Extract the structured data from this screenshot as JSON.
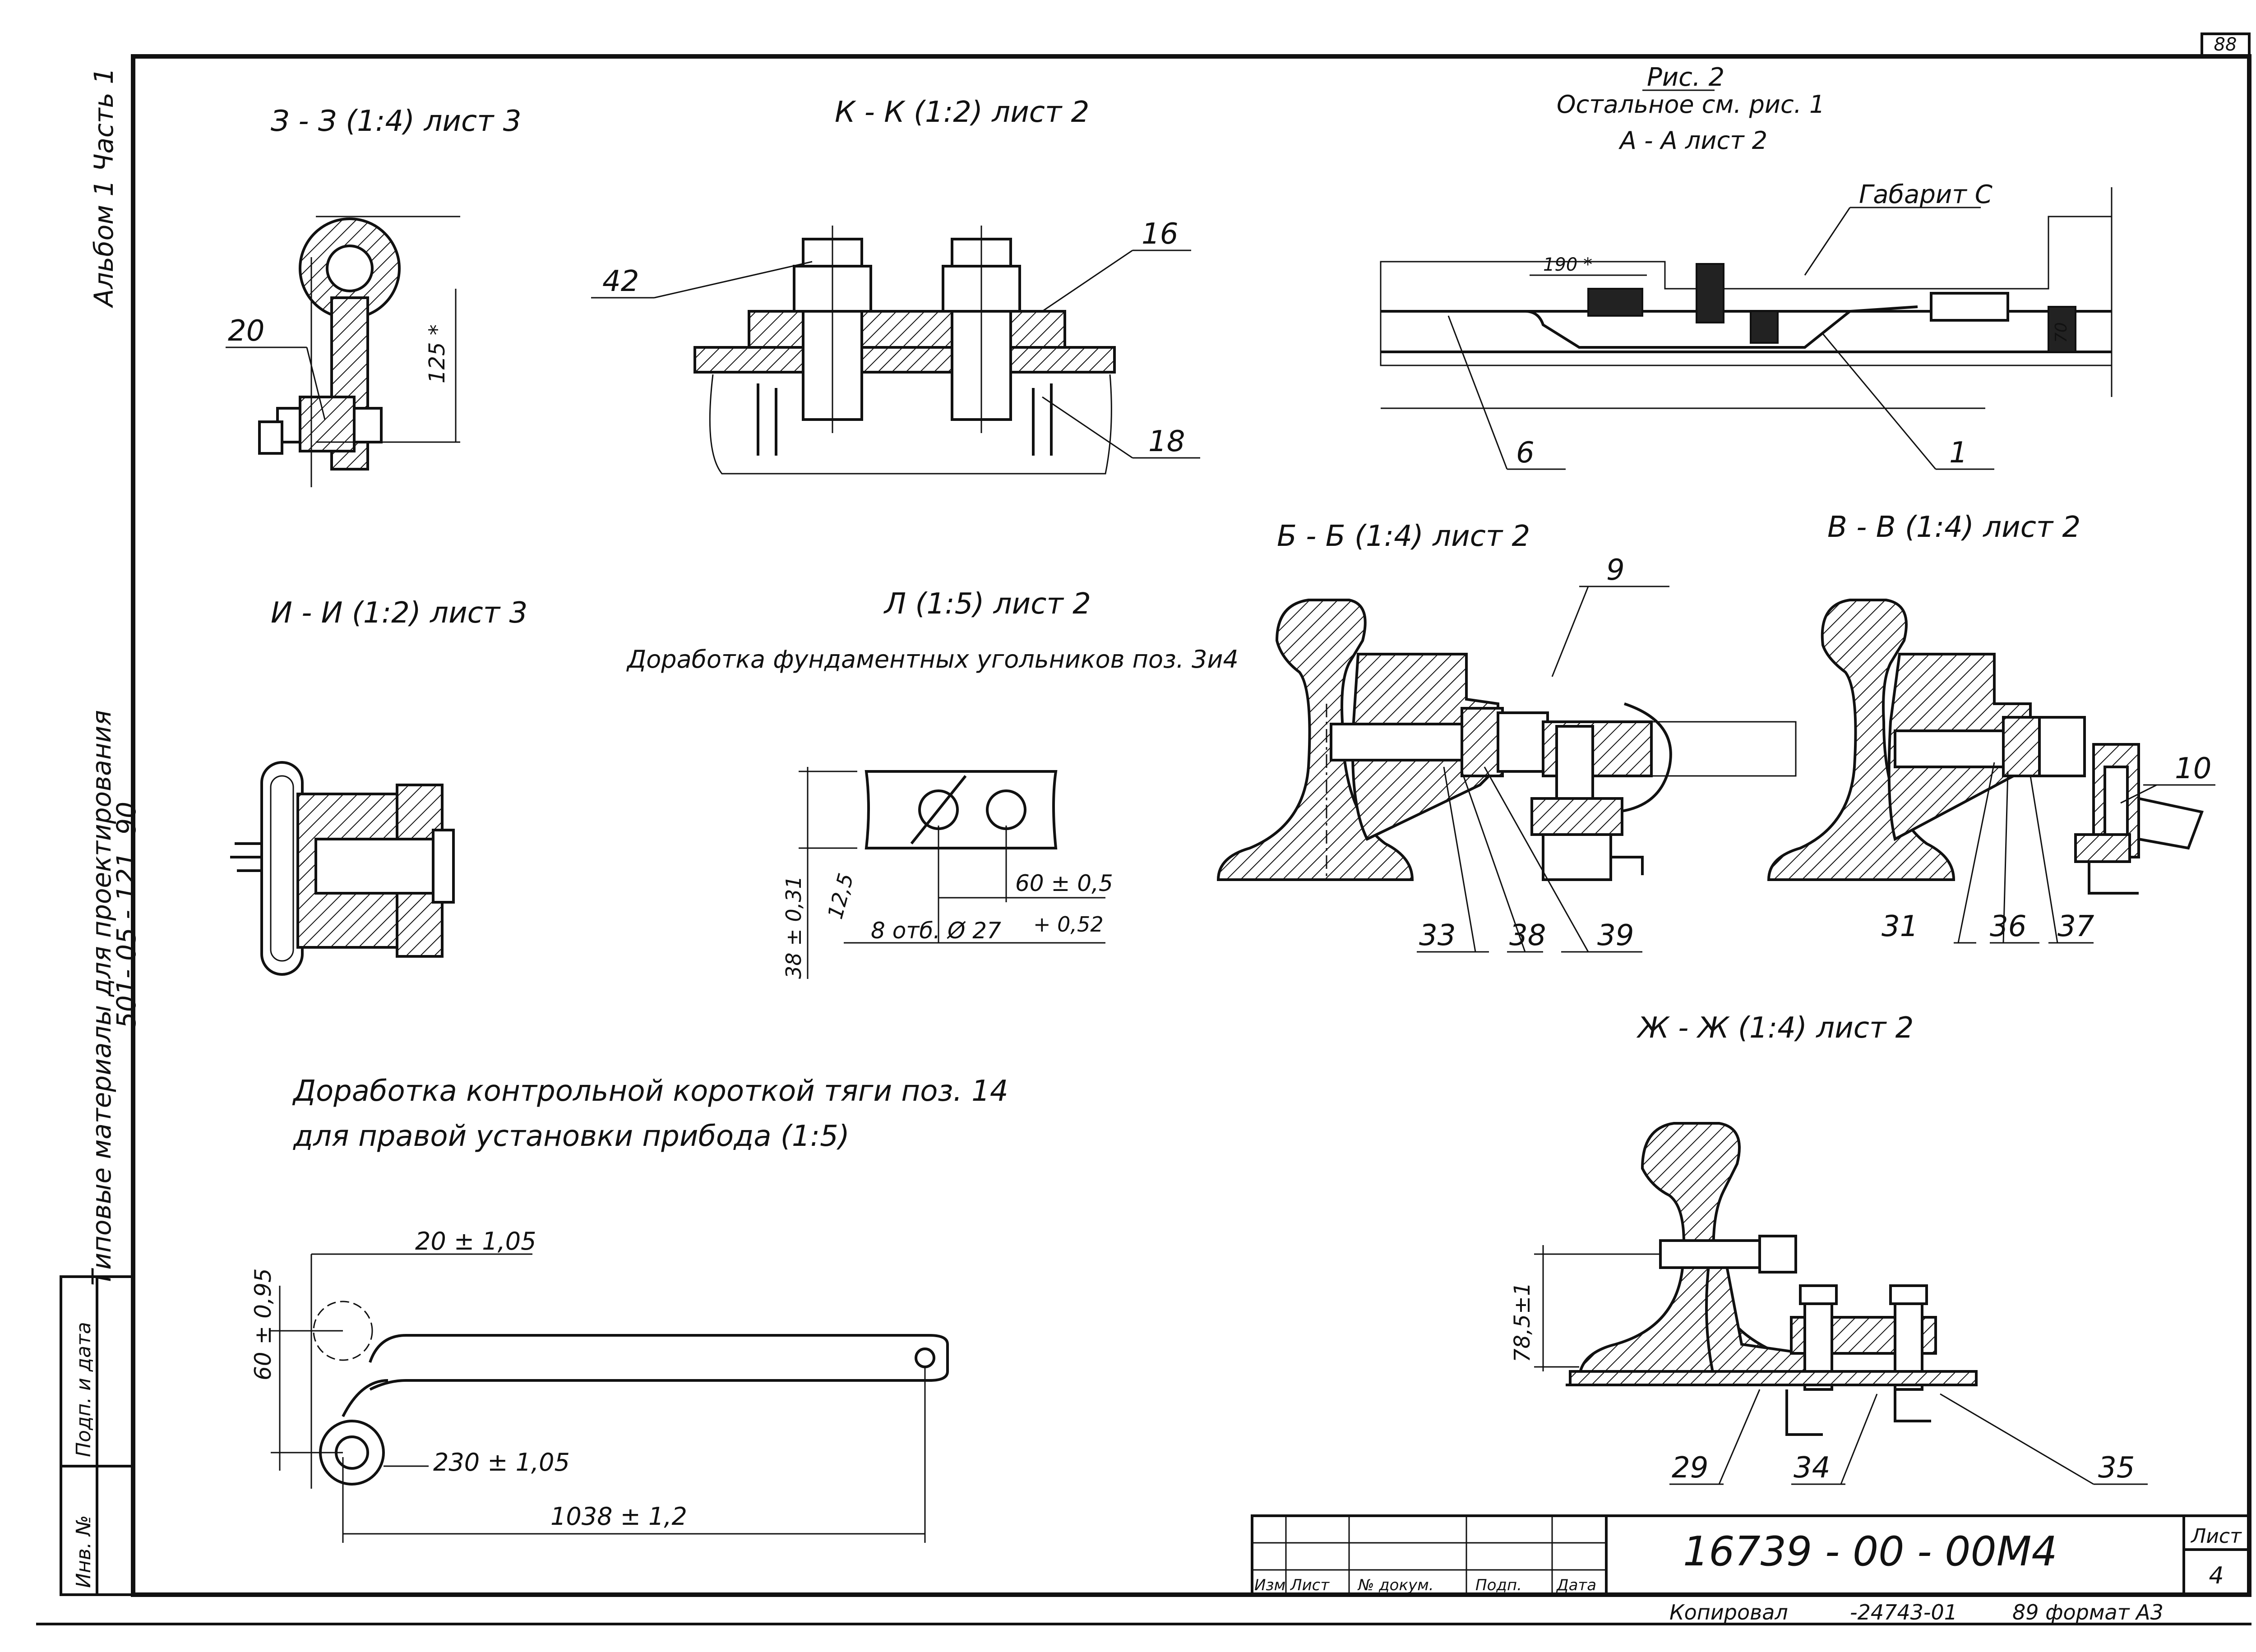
{
  "sheet_corner_number": "88",
  "side_text": {
    "album": "Альбом 1  Часть 1",
    "series_1": "Типовые  материалы  для  проектирования",
    "series_2": "501- 05 - 121. 90"
  },
  "side_stamp": {
    "sign_date": "Подп. и дата",
    "inv_no": "Инв. №"
  },
  "views": {
    "z_z": "З - З (1:4) лист 3",
    "k_k": "К - К (1:2) лист 2",
    "fig2_title": "Рис. 2",
    "fig2_rest": "Остальное  см. рис. 1",
    "fig2_aa": "А - А лист 2",
    "gabarit": "Габарит С",
    "i_i": "И - И (1:2) лист 3",
    "l_view": "Л (1:5) лист 2",
    "l_caption": "Доработка фундаментных угольников поз. 3и4",
    "b_b": "Б - Б (1:4) лист 2",
    "v_v": "В - В (1:4) лист 2",
    "zh_zh": "Ж - Ж (1:4) лист 2",
    "rod_caption_1": "Доработка  контрольной короткой тяги поз. 14",
    "rod_caption_2": "для правой установки прибода (1:5)"
  },
  "callouts": {
    "c20": "20",
    "c125": "125 *",
    "c42": "42",
    "c16": "16",
    "c18": "18",
    "c190": "190 *",
    "c6": "6",
    "c1": "1",
    "c70": "70",
    "c9": "9",
    "c33": "33",
    "c38": "38",
    "c39": "39",
    "c10": "10",
    "c31": "31",
    "c36": "36",
    "c37": "37",
    "c29": "29",
    "c34": "34",
    "c35": "35",
    "c785": "78,5±1"
  },
  "dims_l": {
    "d38": "38 ± 0,31",
    "d125": "12,5",
    "d60": "60 ± 0,5",
    "holes": "8 отб. Ø 27",
    "tol": "+ 0,52"
  },
  "dims_rod": {
    "d20": "20 ± 1,05",
    "d60": "60 ± 0,95",
    "d230": "230 ± 1,05",
    "d1038": "1038 ± 1,2"
  },
  "title_block": {
    "doc_number": "16739 - 00 - 00М4",
    "sheet_label": "Лист",
    "sheet_no": "4",
    "col_izm": "Изм",
    "col_list": "Лист",
    "col_doc": "№ докум.",
    "col_sign": "Подп.",
    "col_date": "Дата",
    "copied": "Копировал",
    "copy_code": "-24743-01",
    "format": "89  формат  А3"
  }
}
